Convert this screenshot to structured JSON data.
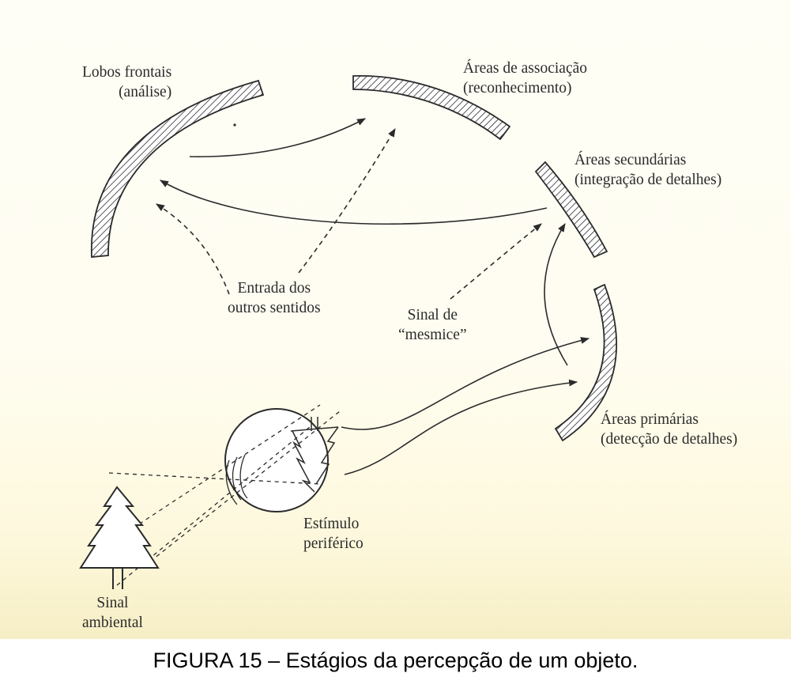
{
  "labels": {
    "frontal": [
      "Lobos frontais",
      "(análise)"
    ],
    "association": [
      "Áreas de associação",
      "(reconhecimento)"
    ],
    "secondary": [
      "Áreas secundárias",
      "(integração de detalhes)"
    ],
    "primary": [
      "Áreas primárias",
      "(detecção de detalhes)"
    ],
    "other_senses": [
      "Entrada dos",
      "outros sentidos"
    ],
    "sameness": [
      "Sinal de",
      "“mesmice”"
    ],
    "peripheral": [
      "Estímulo",
      "periférico"
    ],
    "ambient": [
      "Sinal",
      "ambiental"
    ]
  },
  "caption": "FIGURA 15 – Estágios da percepção de um objeto.",
  "colors": {
    "ink": "#2b2b2b",
    "paper": "#fffdf1"
  }
}
